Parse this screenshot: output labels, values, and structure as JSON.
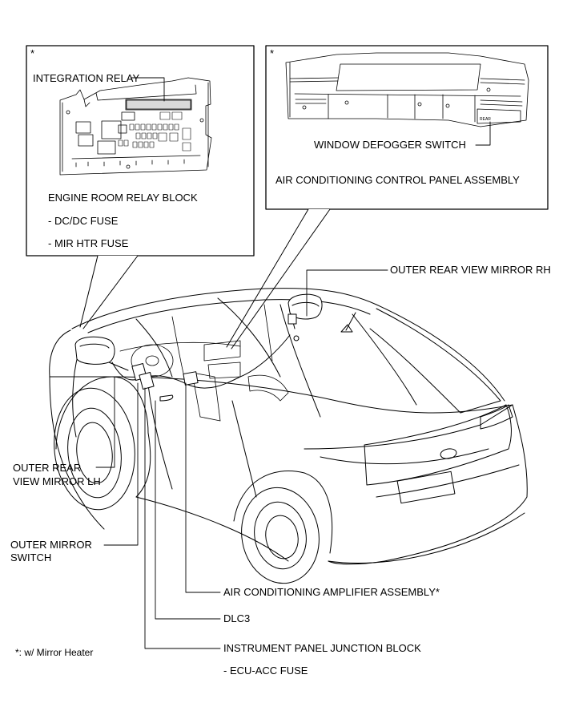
{
  "inset_left": {
    "marker": "*",
    "relay_label": "INTEGRATION RELAY",
    "block_title": "ENGINE ROOM RELAY BLOCK",
    "fuses": [
      "- DC/DC FUSE",
      "- MIR HTR FUSE"
    ]
  },
  "inset_right": {
    "marker": "*",
    "switch_label": "WINDOW DEFOGGER SWITCH",
    "panel_title": "AIR CONDITIONING CONTROL PANEL ASSEMBLY",
    "rear_button_text": "REAR"
  },
  "callouts": {
    "mirror_rh": "OUTER REAR VIEW MIRROR RH",
    "mirror_lh_line1": "OUTER REAR",
    "mirror_lh_line2": "VIEW MIRROR LH",
    "mirror_switch_line1": "OUTER MIRROR",
    "mirror_switch_line2": "SWITCH",
    "ac_amplifier": "AIR CONDITIONING AMPLIFIER ASSEMBLY*",
    "dlc3": "DLC3",
    "ipjb": "INSTRUMENT PANEL JUNCTION BLOCK",
    "ipjb_fuse": "- ECU-ACC FUSE"
  },
  "footnote": "*: w/ Mirror Heater",
  "colors": {
    "ink": "#000000",
    "paper": "#ffffff",
    "shade": "#d9d9d9"
  }
}
